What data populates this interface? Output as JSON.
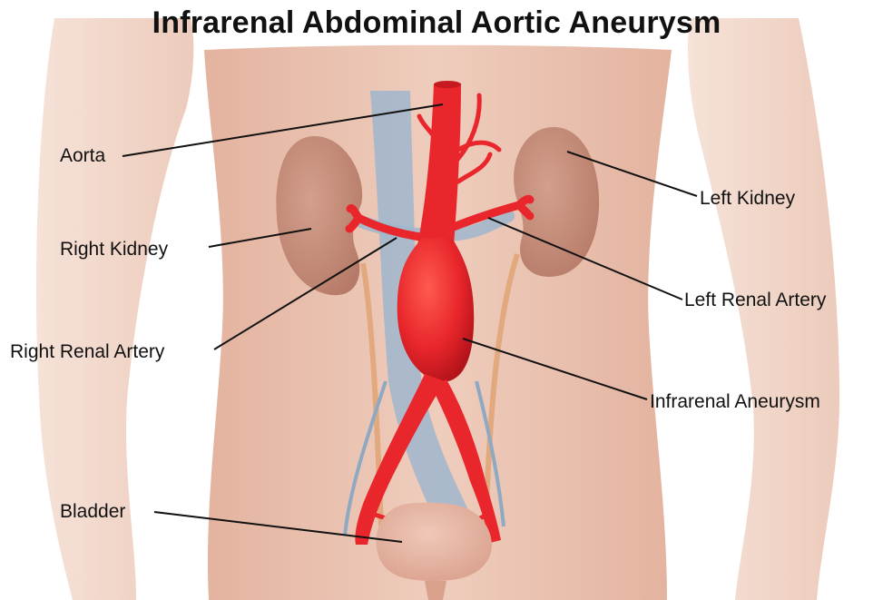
{
  "title": "Infrarenal Abdominal Aortic Aneurysm",
  "labels": {
    "aorta": "Aorta",
    "right_kidney": "Right Kidney",
    "right_renal_artery": "Right Renal Artery",
    "bladder": "Bladder",
    "left_kidney": "Left Kidney",
    "left_renal_artery": "Left Renal Artery",
    "infrarenal_aneurysm": "Infrarenal Aneurysm"
  },
  "colors": {
    "skin": "#ecc5b3",
    "skin_shadow": "#d9aa95",
    "artery": "#e8262b",
    "vein": "#9fb6cc",
    "kidney": "#c58b78",
    "bladder": "#e4b3a0",
    "ureter": "#e1a97d"
  }
}
